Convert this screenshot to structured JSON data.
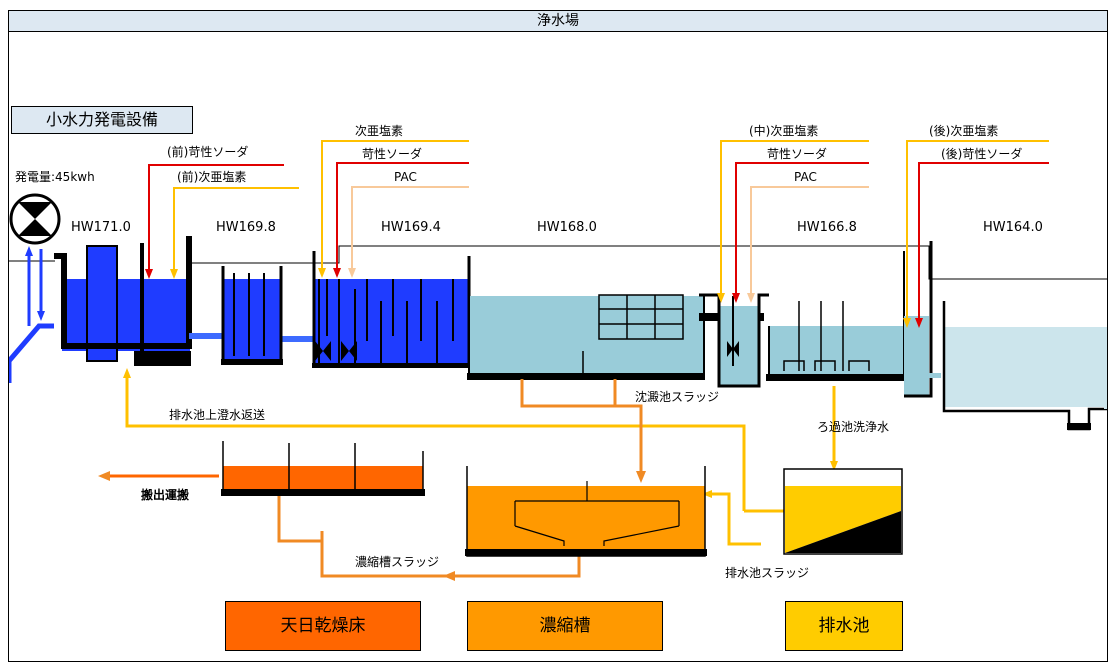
{
  "title": "浄水場",
  "facility_label": "小水力発電設備",
  "power_output": "発電量:45kwh",
  "water_levels": [
    "HW171.0",
    "HW169.8",
    "HW169.4",
    "HW168.0",
    "HW166.8",
    "HW164.0"
  ],
  "chemicals": {
    "pre_soda": "(前)苛性ソーダ",
    "pre_hypo": "(前)次亜塩素",
    "hypo": "次亜塩素",
    "soda": "苛性ソーダ",
    "pac": "PAC",
    "mid_hypo": "(中)次亜塩素",
    "soda2": "苛性ソーダ",
    "pac2": "PAC",
    "post_hypo": "(後)次亜塩素",
    "post_soda": "(後)苛性ソーダ"
  },
  "flows": {
    "return": "排水池上澄水返送",
    "sedimentation_sludge": "沈澱池スラッジ",
    "filter_wash": "ろ過池洗浄水",
    "carry_out": "搬出運搬",
    "thickener_sludge": "濃縮槽スラッジ",
    "drain_sludge": "排水池スラッジ"
  },
  "legend": {
    "drying_bed": "天日乾燥床",
    "thickener": "濃縮槽",
    "drain_pond": "排水池"
  },
  "colors": {
    "water_blue": "#1f3cff",
    "sediment_water": "#99ccd9",
    "hypochlorite_line": "#ffc000",
    "soda_line": "#e00000",
    "pac_line": "#f8c99a",
    "drying_bed": "#ff6600",
    "thickener": "#ff9900",
    "drain_pond": "#ffcc00"
  }
}
